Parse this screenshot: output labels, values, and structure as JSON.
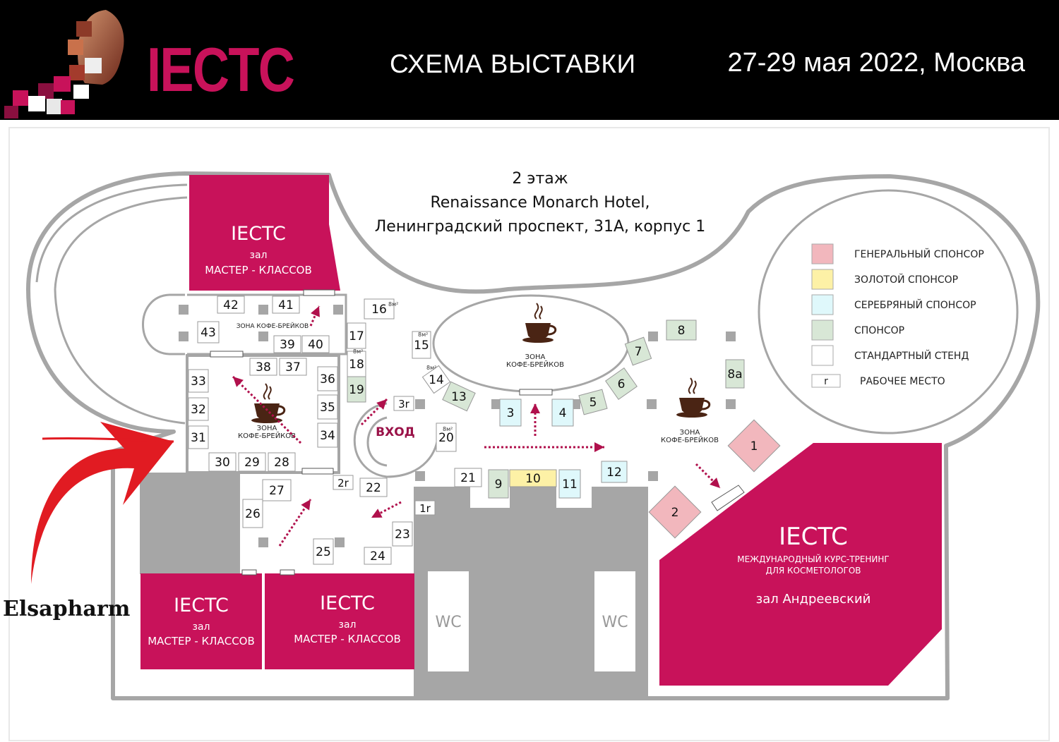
{
  "header": {
    "logo_text": "IECTC",
    "title": "СХЕМА ВЫСТАВКИ",
    "date_location": "27-29 мая 2022, Москва"
  },
  "venue": {
    "floor": "2 этаж",
    "hotel": "Renaissance  Monarch Hotel,",
    "address": "Ленинградский проспект, 31А, корпус 1"
  },
  "colors": {
    "brand": "#c8125a",
    "general_sponsor": "#f2b7bd",
    "gold_sponsor": "#fdf1a6",
    "silver_sponsor": "#dff8fb",
    "sponsor": "#d8e7d6",
    "standard": "#ffffff",
    "service": "#a6a6a6",
    "wall": "#a6a6a6",
    "arrow_red": "#e11b22"
  },
  "legend": [
    {
      "key": "general",
      "label": "ГЕНЕРАЛЬНЫЙ СПОНСОР",
      "color": "#f2b7bd",
      "marker": ""
    },
    {
      "key": "gold",
      "label": "ЗОЛОТОЙ СПОНСОР",
      "color": "#fdf1a6",
      "marker": ""
    },
    {
      "key": "silver",
      "label": "СЕРЕБРЯНЫЙ СПОНСОР",
      "color": "#dff8fb",
      "marker": ""
    },
    {
      "key": "sponsor",
      "label": "СПОНСОР",
      "color": "#d8e7d6",
      "marker": ""
    },
    {
      "key": "standard",
      "label": "СТАНДАРТНЫЙ СТЕНД",
      "color": "#ffffff",
      "marker": ""
    },
    {
      "key": "workplace",
      "label": "РАБОЧЕЕ МЕСТО",
      "color": "#ffffff",
      "marker": "r"
    }
  ],
  "halls": {
    "top_left": {
      "title": "IECTC",
      "sub": "зал",
      "name": "МАСТЕР - КЛАССОВ"
    },
    "bottom_left": {
      "title": "IECTC",
      "sub": "зал",
      "name": "МАСТЕР - КЛАССОВ"
    },
    "bottom_mid": {
      "title": "IECTC",
      "sub": "зал",
      "name": "МАСТЕР - КЛАССОВ"
    },
    "big": {
      "title": "IECTC",
      "line1": "МЕЖДУНАРОДНЫЙ КУРС-ТРЕНИНГ",
      "line2": "ДЛЯ КОСМЕТОЛОГОВ",
      "name": "зал Андреевский"
    }
  },
  "zones": {
    "coffee_zone_label": "ЗОНА",
    "coffee_zone_label2": "КОФЕ-БРЕЙКОВ",
    "coffee_zone_inline": "ЗОНА  КОФЕ-БРЕЙКОВ",
    "entrance": "ВХОД",
    "wc": "WC",
    "area_8m": "8м²"
  },
  "booths": [
    {
      "label": "42",
      "tier": "standard"
    },
    {
      "label": "41",
      "tier": "standard"
    },
    {
      "label": "43",
      "tier": "standard"
    },
    {
      "label": "39",
      "tier": "standard"
    },
    {
      "label": "40",
      "tier": "standard"
    },
    {
      "label": "38",
      "tier": "standard"
    },
    {
      "label": "37",
      "tier": "standard"
    },
    {
      "label": "36",
      "tier": "standard"
    },
    {
      "label": "35",
      "tier": "standard"
    },
    {
      "label": "34",
      "tier": "standard"
    },
    {
      "label": "33",
      "tier": "standard"
    },
    {
      "label": "32",
      "tier": "standard"
    },
    {
      "label": "31",
      "tier": "standard"
    },
    {
      "label": "30",
      "tier": "standard"
    },
    {
      "label": "29",
      "tier": "standard"
    },
    {
      "label": "28",
      "tier": "standard"
    },
    {
      "label": "27",
      "tier": "standard"
    },
    {
      "label": "26",
      "tier": "standard"
    },
    {
      "label": "25",
      "tier": "standard"
    },
    {
      "label": "24",
      "tier": "standard"
    },
    {
      "label": "23",
      "tier": "standard"
    },
    {
      "label": "22",
      "tier": "standard"
    },
    {
      "label": "21",
      "tier": "standard"
    },
    {
      "label": "20",
      "tier": "standard"
    },
    {
      "label": "19",
      "tier": "sponsor"
    },
    {
      "label": "18",
      "tier": "standard"
    },
    {
      "label": "17",
      "tier": "standard"
    },
    {
      "label": "16",
      "tier": "standard"
    },
    {
      "label": "15",
      "tier": "standard"
    },
    {
      "label": "14",
      "tier": "standard"
    },
    {
      "label": "13",
      "tier": "sponsor"
    },
    {
      "label": "12",
      "tier": "silver"
    },
    {
      "label": "11",
      "tier": "silver"
    },
    {
      "label": "10",
      "tier": "gold"
    },
    {
      "label": "9",
      "tier": "sponsor"
    },
    {
      "label": "8",
      "tier": "sponsor"
    },
    {
      "label": "8a",
      "tier": "sponsor"
    },
    {
      "label": "7",
      "tier": "sponsor"
    },
    {
      "label": "6",
      "tier": "sponsor"
    },
    {
      "label": "5",
      "tier": "sponsor"
    },
    {
      "label": "4",
      "tier": "silver"
    },
    {
      "label": "3",
      "tier": "silver"
    },
    {
      "label": "2",
      "tier": "general"
    },
    {
      "label": "1",
      "tier": "general"
    },
    {
      "label": "3r",
      "tier": "workplace"
    },
    {
      "label": "2r",
      "tier": "workplace"
    },
    {
      "label": "1r",
      "tier": "workplace"
    }
  ],
  "annotation": {
    "label": "Elsapharm"
  }
}
